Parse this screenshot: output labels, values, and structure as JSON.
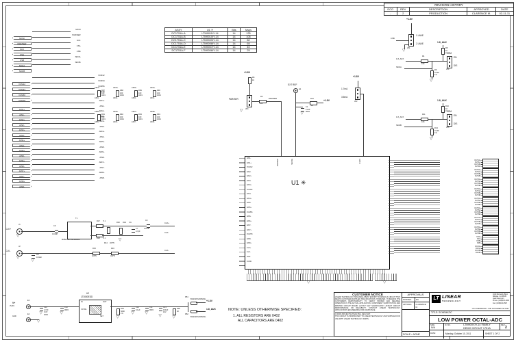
{
  "rev": {
    "title": "REVISION HISTORY",
    "h": [
      "ECO",
      "REV",
      "DESCRIPTION",
      "APPROVED",
      "DATE"
    ],
    "r": [
      "-",
      "2",
      "PRODUCTION",
      "CLARENCE M.",
      "02-11-11"
    ]
  },
  "assy": {
    "h": [
      "ASSY",
      "U1 ✳",
      "Bits",
      "Msps"
    ],
    "rows": [
      [
        "DC1751A-A",
        "LTM9011IY-14",
        "14",
        "125"
      ],
      [
        "DC1751A-B",
        "LTM9010IY-14",
        "14",
        "105"
      ],
      [
        "DC1751A-C",
        "LTM9009IY-14",
        "14",
        "80"
      ],
      [
        "DC1751A-D",
        "LTM9008IY-14",
        "14",
        "65"
      ],
      [
        "DC1751A-E",
        "LTM9007IY-14",
        "14",
        "40"
      ],
      [
        "DC1751A-F",
        "LTM9006IY-14",
        "14",
        "25"
      ]
    ]
  },
  "flags": {
    "spi": [
      "MOSI",
      "PAR/SER",
      "SCK",
      "CSA",
      "CSB",
      "SDOA",
      "SDOB"
    ],
    "vcm": [
      "VCM12",
      "VCM34",
      "VCM56",
      "VCM78"
    ],
    "ain": [
      "AIN1+",
      "AIN1-",
      "AIN2+",
      "AIN2-",
      "AIN3+",
      "AIN3-",
      "AIN4+",
      "AIN4-",
      "AIN5+",
      "AIN5-",
      "AIN6+",
      "AIN6-",
      "AIN7+",
      "AIN7-",
      "AIN8+",
      "AIN8-"
    ]
  },
  "term_res": {
    "row1": [
      {
        "ref": "R87",
        "val": "100",
        "size": "0201",
        "top": "AIN1+",
        "bot": "AIN1-"
      },
      {
        "ref": "R88",
        "val": "100",
        "size": "0201",
        "top": "AIN2+",
        "bot": "AIN2-"
      },
      {
        "ref": "R89",
        "val": "100",
        "size": "0201",
        "top": "AIN3+",
        "bot": "AIN3-"
      },
      {
        "ref": "R90",
        "val": "100",
        "size": "0201",
        "top": "AIN4+",
        "bot": "AIN4-"
      }
    ],
    "row2": [
      {
        "ref": "R91",
        "val": "100",
        "size": "0201",
        "top": "AIN5+",
        "bot": "AIN5-"
      },
      {
        "ref": "R92",
        "val": "100",
        "size": "0201",
        "top": "AIN6+",
        "bot": "AIN6-"
      },
      {
        "ref": "R93",
        "val": "100",
        "size": "0201",
        "top": "AIN7+",
        "bot": "AIN7-"
      },
      {
        "ref": "R94",
        "val": "100",
        "size": "0201",
        "top": "AIN8+",
        "bot": "AIN8-"
      }
    ]
  },
  "u1": {
    "ref_label": "U1 ✳",
    "left_pins": [
      "AIN1-",
      "AIN1+",
      "VCM12",
      "AIN2-",
      "AIN2+",
      "AIN3-",
      "AIN3+",
      "VCM34",
      "AIN4-",
      "AIN4+",
      "AIN5-",
      "AIN5+",
      "VCM56",
      "AIN6-",
      "AIN6+",
      "AIN7-",
      "AIN7+",
      "VCM78",
      "AIN8-",
      "AIN8+",
      "CLK+",
      "CLK-",
      "VDD",
      "OVDD"
    ],
    "top_pins": [
      "PAR/SER",
      "SENSE",
      "ILVDS"
    ],
    "out_groups": [
      [
        "OUT1A+",
        "OUT1A-",
        "OUT1B+",
        "OUT1B-"
      ],
      [
        "OUT2A+",
        "OUT2A-",
        "OUT2B+",
        "OUT2B-"
      ],
      [
        "OUT3A+",
        "OUT3A-",
        "OUT3B+",
        "OUT3B-"
      ],
      [
        "OUT4A+",
        "OUT4A-",
        "OUT4B+",
        "OUT4B-"
      ],
      [
        "OUT5A+",
        "OUT5A-",
        "OUT5B+",
        "OUT5B-"
      ],
      [
        "OUT6A+",
        "OUT6A-",
        "OUT6B+",
        "OUT6B-"
      ],
      [
        "OUT7A+",
        "OUT7A-",
        "OUT7B+",
        "OUT7B-"
      ],
      [
        "OUT8A+",
        "OUT8A-",
        "OUT8B+",
        "OUT8B-"
      ],
      [
        "FRA+",
        "FRA-",
        "FRB+",
        "FRB-"
      ],
      [
        "DCOA+",
        "DCOA-",
        "DCOB+",
        "DCOB-"
      ]
    ]
  },
  "jp1": {
    "ref": "JP1",
    "opt1": "1 LANE",
    "opt2": "2 LANE",
    "net": "CSB",
    "rail": "+1.8V"
  },
  "jp4": {
    "ref": "JP4",
    "label": "PAR/SER",
    "pull_ref": "R8",
    "pull_val": "1K",
    "series_ref": "R6",
    "series_val": "100",
    "net": "PAR/SER",
    "rail": "+1.8V"
  },
  "extref": {
    "ref": "E1",
    "label": "EXT REF",
    "r_ref": "R12",
    "r_val": "1K",
    "c_ref": "C1",
    "c_val": "2.2uF",
    "c_size": "0603",
    "rail": "+1.8V",
    "net": "SENSE"
  },
  "jp2": {
    "ref": "JP2",
    "opt1": "1.7mA",
    "opt2": "3.5mA",
    "rail": "+1.8V"
  },
  "terma": {
    "ref": "JP3",
    "title": "TERM",
    "opt_en": "EN",
    "opt_dis": "DIS",
    "pull_ref": "R5",
    "pull_val": "1K",
    "ser_ref": "R4",
    "ser_val": "10K",
    "gnd_ref": "R9",
    "gnd_val": "31.6K",
    "gnd_tol": "1%",
    "net": "SDOA",
    "rail": "1.8_AUX"
  },
  "termb": {
    "ref": "JP5",
    "title": "TERM",
    "opt_en": "EN",
    "opt_dis": "DIS",
    "pull_ref": "R10",
    "pull_val": "1K",
    "ser_ref": "R11",
    "ser_val": "10K",
    "gnd_ref": "R13",
    "gnd_val": "31.6K",
    "gnd_tol": "1%",
    "net": "SDOB",
    "rail": "1.8_AUX"
  },
  "clk": {
    "label_p": "CLK+",
    "label_n": "CLK-",
    "j1": "J1",
    "j2": "J2",
    "c6_ref": "C6",
    "c6_val": "0.01uF",
    "c8_ref": "C8",
    "c8_val": "0.01uF",
    "c9_ref": "C9",
    "c9_val": "0.01uF",
    "c7_ref": "C7",
    "c7_val": "4.7pF",
    "t1_ref": "T1",
    "t1_val": "MABA-007159-000000",
    "r17_ref": "R17",
    "r17_val": "5.1",
    "r18_ref": "R18",
    "r18_val": "5.1",
    "r20_ref": "R20",
    "r20_val": "49.9",
    "r20_tol": "1%",
    "r14_ref": "R14",
    "r14_val": "(OPT)",
    "r15_ref": "R15",
    "r15_val": "(OPT)",
    "r16_ref": "R16",
    "r16_val": "(OPT)"
  },
  "pwr": {
    "vin": "V+",
    "vin_range": "3V-6V",
    "e3": "E3",
    "e4": "E4",
    "gnd_lbl": "GND",
    "c10_ref": "C10",
    "c10_val": "4.7uF",
    "c10_volt": "6.3V",
    "c10_size": "0603",
    "c12_ref": "C12",
    "c12_size": "0603",
    "u2_ref": "U2",
    "u2_val": "LT3080EDD",
    "pin_in": "IN",
    "pin_vctrl": "VCTRL",
    "pin_set": "SET",
    "pin_out": "OUT",
    "r19_ref": "R19",
    "r19_val": "560K",
    "r19_tol": "1%",
    "c16_ref": "C16",
    "c16_val": "0.1uF",
    "c11_ref": "C11",
    "c11_size": "0603",
    "c13_ref": "C13",
    "c13_val": "100uF",
    "c13_volt": "10V",
    "r28_ref": "R28",
    "r28_val": "2K",
    "fb1_ref": "FB1",
    "fb1_val": "BLM31PG330SN1L",
    "fb2_ref": "FB2",
    "fb2_val": "BLM31PG330SN1L",
    "rail1": "+1.8V",
    "rail2": "1.8_AUX"
  },
  "note": {
    "t": "NOTE: UNLESS OTHERWISE SPECIFIED:",
    "l1": "1.  ALL RESISTORS ARE 0402",
    "l2": "ALL CAPACITORS ARE 0402"
  },
  "notice": {
    "title": "CUSTOMER NOTICE",
    "p1": "LINEAR TECHNOLOGY HAS MADE A BEST EFFORT TO DESIGN A CIRCUIT THAT MEETS CUSTOMER-SUPPLIED SPECIFICATIONS; HOWEVER, IT REMAINS THE CUSTOMER'S RESPONSIBILITY TO VERIFY PROPER AND RELIABLE OPERATION IN THE ACTUAL APPLICATION. COMPONENT SUBSTITUTION AND PRINTED CIRCUIT BOARD LAYOUT MAY SIGNIFICANTLY AFFECT CIRCUIT PERFORMANCE OR RELIABILITY. CONTACT LINEAR TECHNOLOGY APPLICATIONS ENGINEERING FOR ASSISTANCE.",
    "path": "C:\\PADS PROJECTS\\1751A\\1751A_REV2.SCH",
    "p2": "THIS CIRCUIT IS PROPRIETARY TO LINEAR TECHNOLOGY AND SUPPLIED FOR USE WITH LINEAR TECHNOLOGY PARTS."
  },
  "approvals": {
    "title": "APPROVALS",
    "r1l": "PCB DES.",
    "r1v": "EG",
    "r2l": "APP ENG.",
    "r2v": "CLARENCE M."
  },
  "brand": {
    "logo": "LT",
    "n1": "LINEAR",
    "n2": "TECHNOLOGY",
    "a1": "1630 McCarthy Blvd.",
    "a2": "Milpitas, CA 95035",
    "web": "www.linear.com",
    "ph": "Phone: (408)432-1900",
    "fx": "Fax: (408)434-0507",
    "conf": "LTC CONFIDENTIAL - FOR CUSTOMER USE ONLY"
  },
  "tb": {
    "title_label": "TITLE: SCHEMATIC",
    "title": "LOW POWER OCTAL-ADC",
    "size_label": "SIZE",
    "size": "N/A",
    "ic_label": "IC NO.",
    "family": "LTM90XXIY-14 FAMILY",
    "circuit": "DEMO CIRCUIT 1751A",
    "rev_label": "REV.",
    "rev": "2",
    "date_label": "DATE:",
    "date": "Monday, October 10, 2011",
    "sheet": "SHEET  1  OF  2",
    "scale": "SCALE = NONE"
  }
}
